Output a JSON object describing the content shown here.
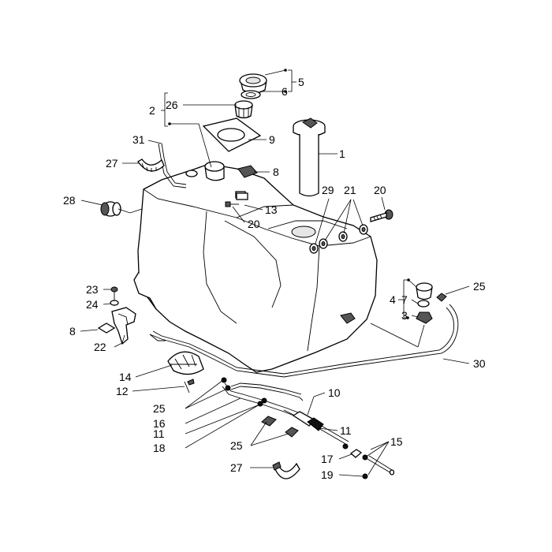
{
  "callouts": [
    {
      "id": "c1",
      "text": "1"
    },
    {
      "id": "c2",
      "text": "2"
    },
    {
      "id": "c3",
      "text": "3"
    },
    {
      "id": "c4",
      "text": "4"
    },
    {
      "id": "c5",
      "text": "5"
    },
    {
      "id": "c6",
      "text": "6"
    },
    {
      "id": "c7",
      "text": "7"
    },
    {
      "id": "c8a",
      "text": "8"
    },
    {
      "id": "c8b",
      "text": "8"
    },
    {
      "id": "c9",
      "text": "9"
    },
    {
      "id": "c10",
      "text": "10"
    },
    {
      "id": "c11a",
      "text": "11"
    },
    {
      "id": "c11b",
      "text": "11"
    },
    {
      "id": "c12",
      "text": "12"
    },
    {
      "id": "c13",
      "text": "13"
    },
    {
      "id": "c14",
      "text": "14"
    },
    {
      "id": "c15",
      "text": "15"
    },
    {
      "id": "c16",
      "text": "16"
    },
    {
      "id": "c17",
      "text": "17"
    },
    {
      "id": "c18",
      "text": "18"
    },
    {
      "id": "c19",
      "text": "19"
    },
    {
      "id": "c20a",
      "text": "20"
    },
    {
      "id": "c20b",
      "text": "20"
    },
    {
      "id": "c21",
      "text": "21"
    },
    {
      "id": "c22",
      "text": "22"
    },
    {
      "id": "c23",
      "text": "23"
    },
    {
      "id": "c24",
      "text": "24"
    },
    {
      "id": "c25a",
      "text": "25"
    },
    {
      "id": "c25b",
      "text": "25"
    },
    {
      "id": "c25c",
      "text": "25"
    },
    {
      "id": "c26",
      "text": "26"
    },
    {
      "id": "c27a",
      "text": "27"
    },
    {
      "id": "c27b",
      "text": "27"
    },
    {
      "id": "c28",
      "text": "28"
    },
    {
      "id": "c29",
      "text": "29"
    },
    {
      "id": "c30",
      "text": "30"
    },
    {
      "id": "c31",
      "text": "31"
    }
  ]
}
